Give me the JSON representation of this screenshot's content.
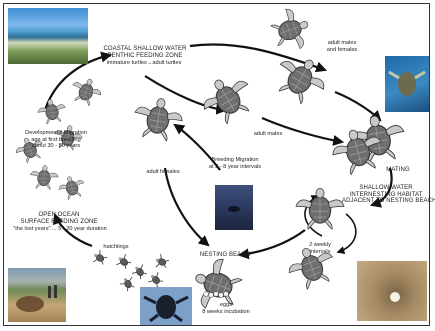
{
  "labels": {
    "coastal_1": "COASTAL SHALLOW WATER",
    "coastal_2": "BENTHIC FEEDING ZONE",
    "coastal_3": "immature turtles→adult turtles",
    "dev_1": "Developmental Migration",
    "dev_2": "age at first breeding",
    "dev_3": "about 30 - 50 years",
    "ocean_1": "OPEN OCEAN",
    "ocean_2": "SURFACE FEEDING ZONE",
    "ocean_3": "\"the lost years\" ... 5 - 20 year duration",
    "adult_males_females_1": "adult males",
    "adult_males_females_2": "and females",
    "adult_males": "adult males",
    "adult_females": "adult females",
    "breeding_1": "Breeding Migration",
    "breeding_2": "at 2 - 8 year intervals",
    "mating": "MATING",
    "shallow_1": "SHALLOW WATER",
    "shallow_2": "INTERNESTING HABITAT",
    "shallow_3": "ADJACENT TO NESTING BEACH",
    "weekly_1": "2 weekly",
    "weekly_2": "intervals",
    "hatchlings": "hatchlings",
    "nesting_beach": "NESTING BEACH",
    "eggs_1": "eggs",
    "eggs_2": "8 weeks incubation"
  },
  "colors": {
    "arrow": "#111111",
    "turtle_shell": "#6e6e6e",
    "turtle_body": "#c9c9c9"
  },
  "photos": [
    {
      "name": "coastal-beach-photo",
      "icon": "beach-coast-image"
    },
    {
      "name": "underwater-turtle-photo",
      "icon": "swimming-turtle-image"
    },
    {
      "name": "night-beach-photo",
      "icon": "night-nesting-image"
    },
    {
      "name": "nest-photo",
      "icon": "sand-nest-image"
    },
    {
      "name": "hatchling-photo",
      "icon": "hatchling-image"
    },
    {
      "name": "egg-photo",
      "icon": "turtle-egg-image"
    }
  ]
}
